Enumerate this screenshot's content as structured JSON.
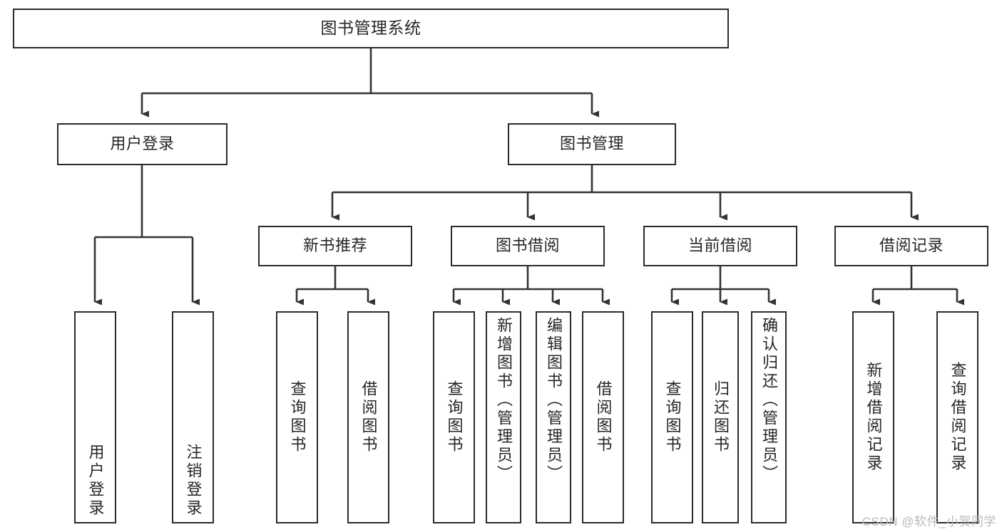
{
  "diagram": {
    "title": "图书管理系统",
    "type": "tree",
    "watermark": "CSDN @软件_小贺同学",
    "colors": {
      "border": "#2b2b2b",
      "background": "#ffffff",
      "text": "#262626",
      "edge": "#333333",
      "watermark": "#b9b9b9"
    },
    "root": {
      "label": "图书管理系统"
    },
    "level2": [
      {
        "label": "用户登录"
      },
      {
        "label": "图书管理"
      }
    ],
    "level3": [
      {
        "label": "新书推荐"
      },
      {
        "label": "图书借阅"
      },
      {
        "label": "当前借阅"
      },
      {
        "label": "借阅记录"
      }
    ],
    "leaves": {
      "user_login": [
        {
          "label": "用户登录"
        },
        {
          "label": "注销登录"
        }
      ],
      "new_book_recommend": [
        {
          "label": "查询图书"
        },
        {
          "label": "借阅图书"
        }
      ],
      "book_borrow": [
        {
          "label": "查询图书"
        },
        {
          "label": "新增图书（管理员）"
        },
        {
          "label": "编辑图书（管理员）"
        },
        {
          "label": "借阅图书"
        }
      ],
      "current_borrow": [
        {
          "label": "查询图书"
        },
        {
          "label": "归还图书"
        },
        {
          "label": "确认归还（管理员）"
        }
      ],
      "borrow_record": [
        {
          "label": "新增借阅记录"
        },
        {
          "label": "查询借阅记录"
        }
      ]
    }
  }
}
